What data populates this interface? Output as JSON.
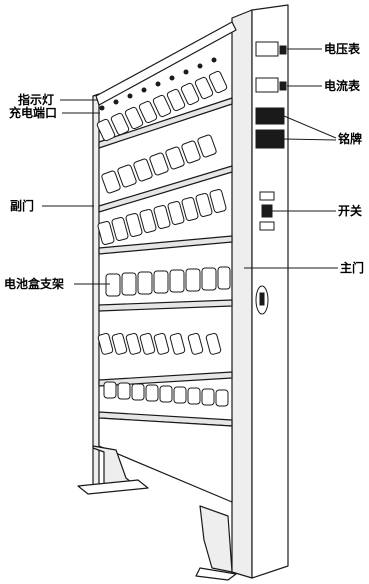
{
  "labels": {
    "voltmeter": "电压表",
    "ammeter": "电流表",
    "indicator_light": "指示灯",
    "charging_port": "充电端口",
    "nameplate": "铭牌",
    "secondary_door": "副门",
    "switch": "开关",
    "main_door": "主门",
    "battery_box_rack": "电池盒支架"
  },
  "colors": {
    "line": "#1a1a1a",
    "text": "#000000",
    "fill": "#ffffff",
    "shade": "#e6e6e6"
  }
}
